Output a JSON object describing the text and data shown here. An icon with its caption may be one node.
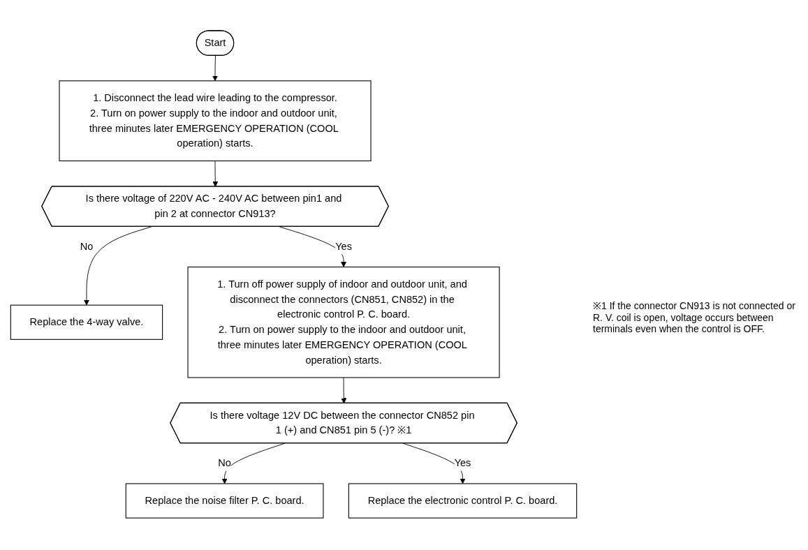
{
  "diagram": {
    "nodes": [
      {
        "text": [
          "Start"
        ]
      },
      {
        "text": [
          "1. Disconnect the lead wire leading to the compressor.",
          "2. Turn on power supply to the indoor and outdoor unit, three minutes later EMERGENCY OPERATION (COOL operation) starts."
        ]
      },
      {
        "text": [
          "Is there voltage of 220V AC - 240V AC between pin1 and pin 2 at connector CN913?"
        ]
      },
      {
        "text": [
          "Replace the 4-way valve."
        ]
      },
      {
        "text": [
          "1. Turn off power supply of indoor and outdoor unit, and disconnect the connectors (CN851, CN852) in the electronic control P. C. board.",
          "2. Turn on power supply to the indoor and outdoor unit, three minutes later EMERGENCY OPERATION (COOL operation) starts."
        ]
      },
      {
        "text": [
          "Is there voltage 12V DC between the connector CN852 pin 1 (+) and CN851 pin 5 (-)? ※1"
        ]
      },
      {
        "text": [
          "Replace the noise filter P. C. board."
        ]
      },
      {
        "text": [
          "Replace the electronic control P. C. board."
        ]
      }
    ],
    "edges": [
      {
        "from": 0,
        "to": 1,
        "arrow": "to"
      },
      {
        "from": 1,
        "to": 2,
        "arrow": "to"
      },
      {
        "from": 2,
        "to": 3,
        "arrow": "to",
        "label": "No"
      },
      {
        "from": 2,
        "to": 4,
        "arrow": "to",
        "label": "Yes"
      },
      {
        "from": 4,
        "to": 5,
        "arrow": "to"
      },
      {
        "from": 5,
        "to": 6,
        "arrow": "to",
        "label": "No"
      },
      {
        "from": 5,
        "to": 7,
        "arrow": "to",
        "label": "Yes"
      }
    ],
    "labels": [
      "※1 If the connector CN913 is not connected or R. V. coil is open, voltage occurs between terminals even when the control is OFF."
    ]
  }
}
